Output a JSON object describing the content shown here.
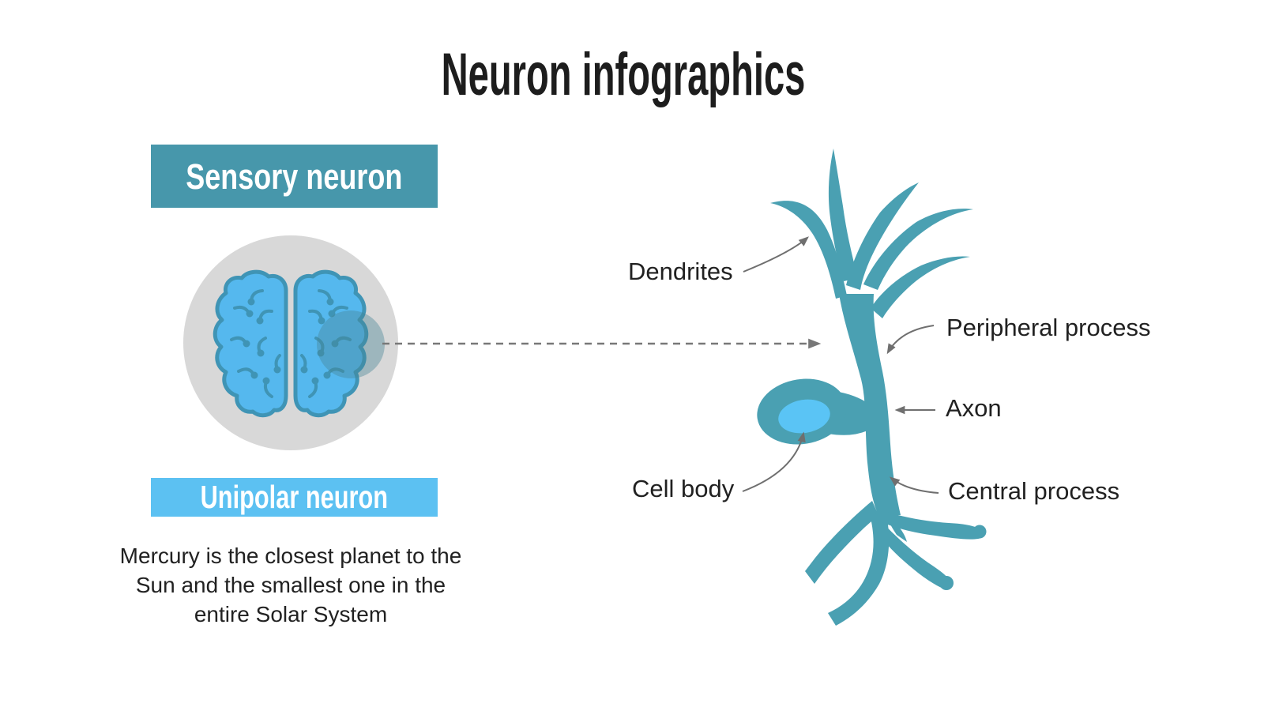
{
  "title": "Neuron infographics",
  "cards": {
    "sensory": {
      "label": "Sensory neuron"
    },
    "unipolar": {
      "label": "Unipolar neuron"
    }
  },
  "description": {
    "lines": [
      "Mercury is the closest planet to the",
      "Sun and the smallest one in the",
      "entire Solar System"
    ]
  },
  "diagram": {
    "labels": {
      "dendrites": "Dendrites",
      "peripheral_process": "Peripheral process",
      "axon": "Axon",
      "cell_body": "Cell body",
      "central_process": "Central process"
    },
    "icons": {
      "brain": "brain-top-view-icon",
      "neuron": "unipolar-neuron-shape",
      "connector": "dashed-right-arrow"
    }
  },
  "colors": {
    "sensory_banner": "#4797ab",
    "unipolar_banner": "#5cc1f2",
    "neuron": "#4aa0b2",
    "brain_fill": "#55b8ee",
    "brain_stroke": "#3f94b5",
    "nucleus": "#5ac4f5",
    "circle_gray": "#d8d8d8",
    "highlight": "rgba(70,133,150,0.40)",
    "text": "#212121",
    "arrow": "#6f6f6f",
    "dashed": "#787878"
  }
}
